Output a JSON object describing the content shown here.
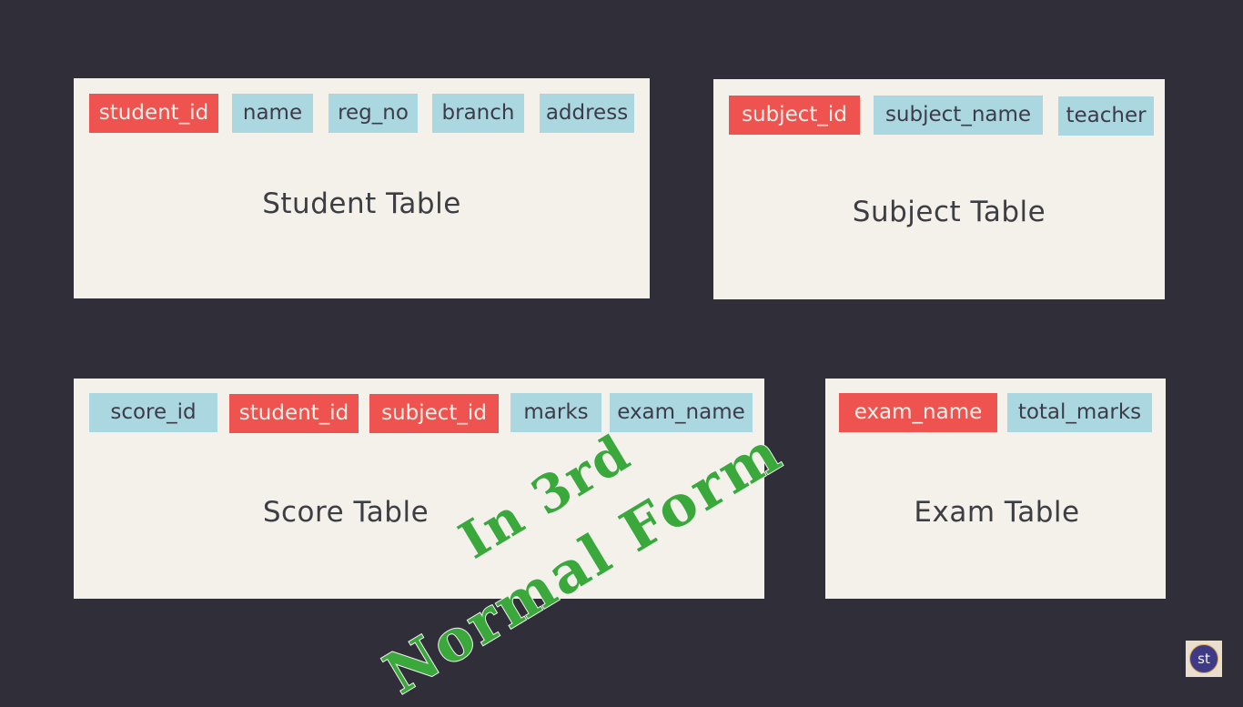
{
  "tables": {
    "student": {
      "title": "Student Table",
      "fields": [
        "student_id",
        "name",
        "reg_no",
        "branch",
        "address"
      ]
    },
    "subject": {
      "title": "Subject Table",
      "fields": [
        "subject_id",
        "subject_name",
        "teacher"
      ]
    },
    "score": {
      "title": "Score Table",
      "fields": [
        "score_id",
        "student_id",
        "subject_id",
        "marks",
        "exam_name"
      ]
    },
    "exam": {
      "title": "Exam Table",
      "fields": [
        "exam_name",
        "total_marks"
      ]
    }
  },
  "stamp": {
    "line1": "In 3rd",
    "line2": "Normal Form"
  },
  "badge": {
    "text": "st"
  },
  "colors": {
    "background": "#302e38",
    "card": "#f4f1ea",
    "key_field": "#ef5350",
    "attribute_field": "#abd7e1",
    "stamp": "#3aa83a",
    "badge": "#3f3a86"
  }
}
